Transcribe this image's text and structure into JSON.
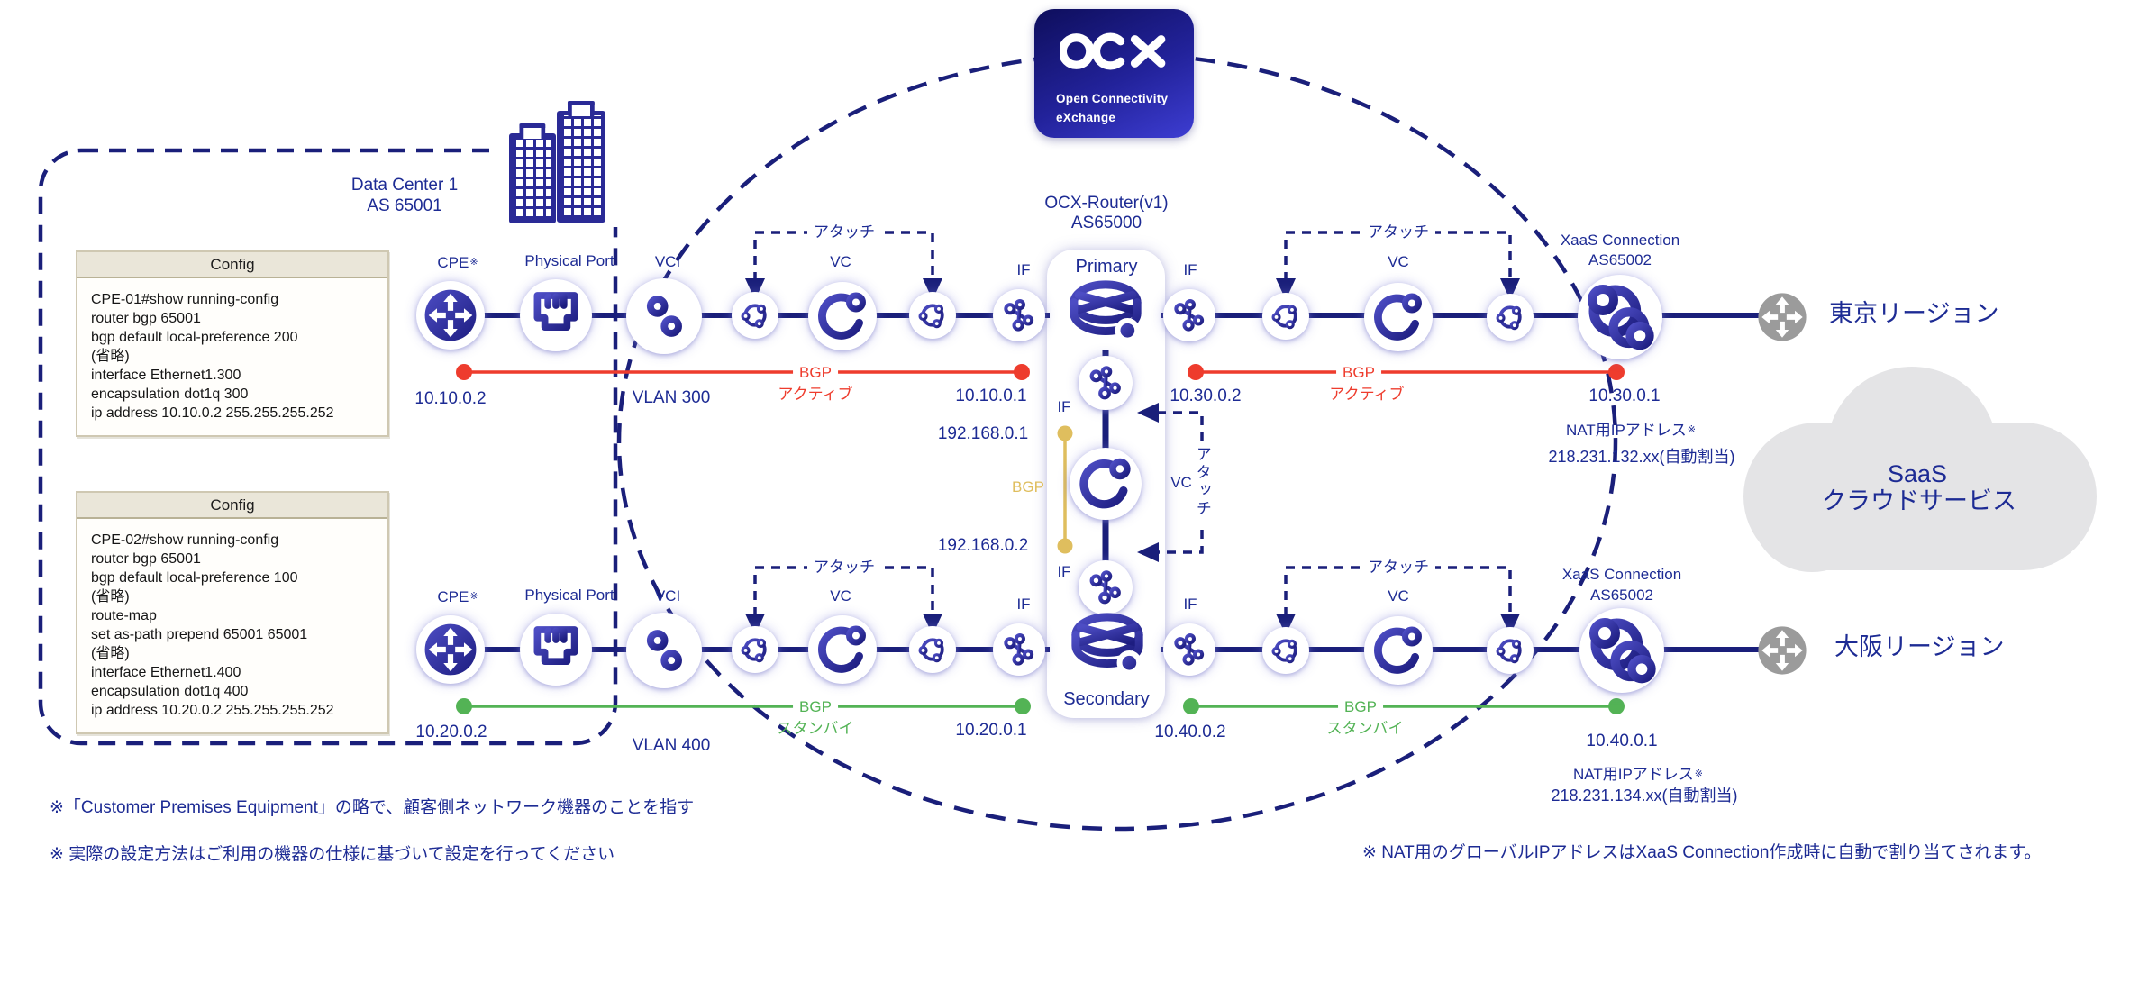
{
  "colors": {
    "navy_text": "#1d2b94",
    "line_navy": "#1a1f7a",
    "icon_indigo_dark": "#1d1d80",
    "icon_indigo_light": "#4d4dc4",
    "bgp_active_red": "#ee3c2d",
    "bgp_standby_green": "#53b355",
    "bgp_internal_gold": "#dfbe5e",
    "region_router_gray": "#9b9b9b",
    "cloud_gray": "#e4e4e6",
    "config_header": "#eae6d9"
  },
  "ocx_logo": {
    "brand": "OCX",
    "line1": "Open Connectivity",
    "line2": "eXchange"
  },
  "data_center": {
    "line1": "Data Center 1",
    "line2": "AS 65001"
  },
  "router_title": {
    "line1": "OCX-Router(v1)",
    "line2": "AS65000"
  },
  "labels": {
    "cpe": "CPE",
    "port": "Physical Port",
    "vci": "VCI",
    "vc": "VC",
    "if": "IF",
    "attach": "アタッチ",
    "primary": "Primary",
    "secondary": "Secondary"
  },
  "xaas": {
    "line1": "XaaS Connection",
    "line2": "AS65002"
  },
  "regions": {
    "tokyo": "東京リージョン",
    "osaka": "大阪リージョン"
  },
  "cloud": {
    "line1": "SaaS",
    "line2": "クラウドサービス"
  },
  "bgp": {
    "active": {
      "label": "BGP",
      "sub": "アクティブ"
    },
    "standby": {
      "label": "BGP",
      "sub": "スタンバイ"
    },
    "internal": {
      "label": "BGP"
    }
  },
  "addresses": {
    "cpe1": "10.10.0.2",
    "ocx_tokyo": "10.10.0.1",
    "vlan_tokyo": "VLAN 300",
    "tokyo_if": "10.30.0.2",
    "tokyo_xaas": "10.30.0.1",
    "internal_primary": "192.168.0.1",
    "internal_secondary": "192.168.0.2",
    "cpe2": "10.20.0.2",
    "ocx_osaka": "10.20.0.1",
    "vlan_osaka": "VLAN 400",
    "osaka_if": "10.40.0.2",
    "osaka_xaas": "10.40.0.1"
  },
  "nat": {
    "label": "NAT用IPアドレス",
    "tokyo": "218.231.132.xx(自動割当)",
    "osaka": "218.231.134.xx(自動割当)"
  },
  "marks": {
    "note": "※"
  },
  "config_boxes": [
    {
      "title": "Config",
      "lines": [
        "CPE-01#show running-config",
        "router bgp 65001",
        "bgp default local-preference 200",
        "(省略)",
        "interface Ethernet1.300",
        "encapsulation dot1q 300",
        "ip address 10.10.0.2 255.255.255.252"
      ]
    },
    {
      "title": "Config",
      "lines": [
        "CPE-02#show running-config",
        "router bgp 65001",
        "bgp default local-preference 100",
        "(省略)",
        "route-map",
        "set as-path prepend 65001 65001",
        "(省略)",
        "interface Ethernet1.400",
        "encapsulation dot1q 400",
        "ip address 10.20.0.2 255.255.255.252"
      ]
    }
  ],
  "footnotes": [
    "※「Customer Premises Equipment」の略で、顧客側ネットワーク機器のことを指す",
    "※ 実際の設定方法はご利用の機器の仕様に基づいて設定を行ってください",
    "※ NAT用のグローバルIPアドレスはXaaS Connection作成時に自動で割り当てされます。"
  ]
}
